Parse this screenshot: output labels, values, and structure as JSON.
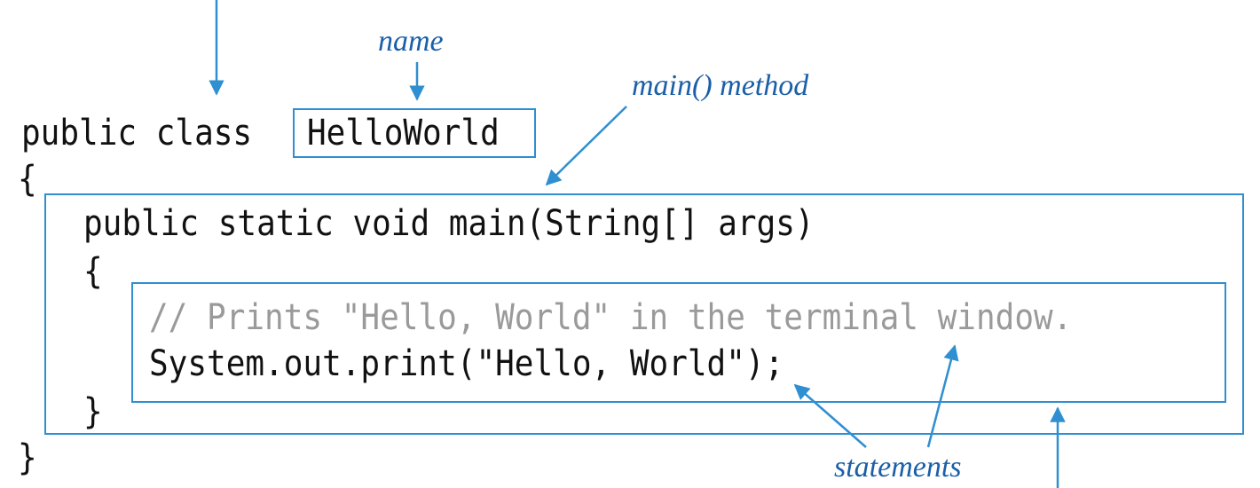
{
  "code": {
    "line1": "public class",
    "class_name": "HelloWorld",
    "line2": "{",
    "line3": "public static void main(String[] args)",
    "line4": "{",
    "comment": "// Prints \"Hello, World\" in the terminal window.",
    "statement": "System.out.print(\"Hello, World\");",
    "line7": "}",
    "line8": "}"
  },
  "labels": {
    "name": "name",
    "main_method": "main() method",
    "statements": "statements"
  },
  "colors": {
    "annotation": "#1a5fa8",
    "box": "#2f8fd0",
    "code": "#111111",
    "comment": "#9a9a9a"
  }
}
